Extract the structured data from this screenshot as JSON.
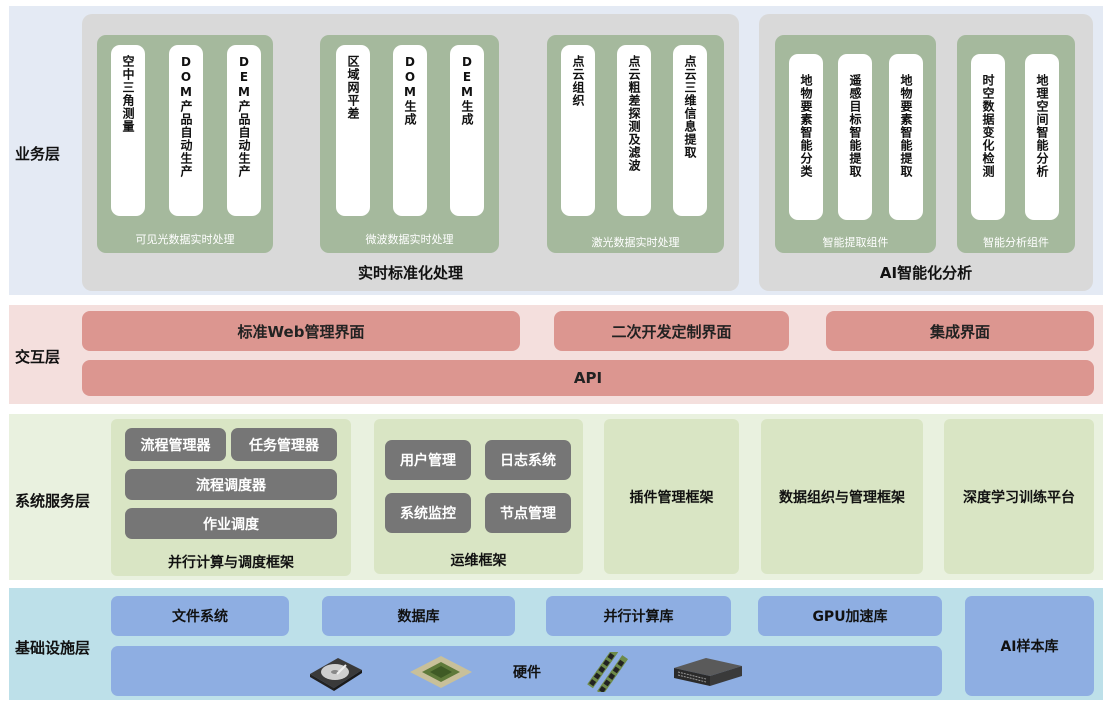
{
  "layers": {
    "business": "业务层",
    "interaction": "交互层",
    "system": "系统服务层",
    "infra": "基础设施层"
  },
  "business": {
    "realtime_title": "实时标准化处理",
    "ai_title": "AI智能化分析",
    "groups": [
      {
        "caption": "可见光数据实时处理",
        "items": [
          "空中三角测量",
          "DOM产品自动生产",
          "DEM产品自动生产"
        ]
      },
      {
        "caption": "微波数据实时处理",
        "items": [
          "区域网平差",
          "DOM生成",
          "DEM生成"
        ]
      },
      {
        "caption": "激光数据实时处理",
        "items": [
          "点云组织",
          "点云粗差探测及滤波",
          "点云三维信息提取"
        ]
      },
      {
        "caption": "智能提取组件",
        "items": [
          "地物要素智能分类",
          "遥感目标智能提取",
          "地物要素智能提取"
        ]
      },
      {
        "caption": "智能分析组件",
        "items": [
          "时空数据变化检测",
          "地理空间智能分析"
        ]
      }
    ]
  },
  "interaction": {
    "web": "标准Web管理界面",
    "custom": "二次开发定制界面",
    "integration": "集成界面",
    "api": "API"
  },
  "system": {
    "parallel": {
      "caption": "并行计算与调度框架",
      "items": [
        "流程管理器",
        "任务管理器",
        "流程调度器",
        "作业调度"
      ]
    },
    "ops": {
      "caption": "运维框架",
      "items": [
        "用户管理",
        "日志系统",
        "系统监控",
        "节点管理"
      ]
    },
    "plugin": "插件管理框架",
    "data_org": "数据组织与管理框架",
    "deep_learning": "深度学习训练平台"
  },
  "infra": {
    "file_system": "文件系统",
    "database": "数据库",
    "parallel_lib": "并行计算库",
    "gpu_lib": "GPU加速库",
    "hardware": "硬件",
    "ai_samples": "AI样本库",
    "hardware_icons": [
      "hard-disk-icon",
      "cpu-chip-icon",
      "memory-module-icon",
      "network-switch-icon"
    ]
  },
  "colors": {
    "business_bg": "#e4eaf4",
    "interaction_bg": "#f4dfdd",
    "system_bg": "#e9f1df",
    "infra_bg": "#bde0e9",
    "group_gray": "#d9d9d9",
    "group_green": "#a5b99d",
    "red_box": "#dc9690",
    "blue_box": "#8eaee2",
    "dark_gray_box": "#767676"
  }
}
